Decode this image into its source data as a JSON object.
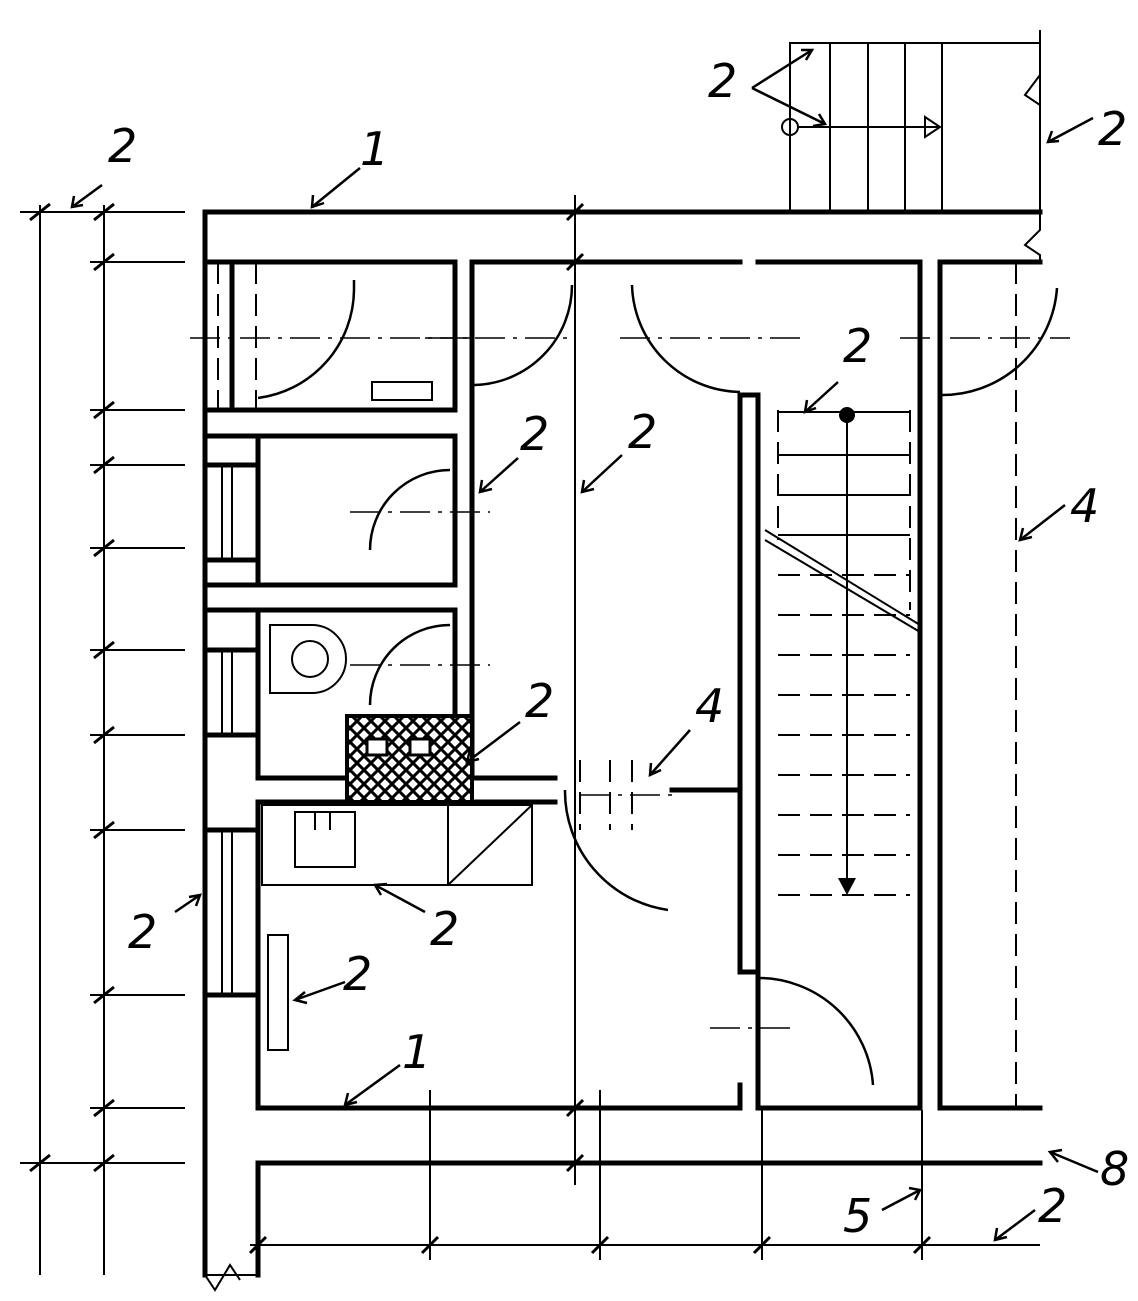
{
  "callouts": {
    "outline_top": "1",
    "outline_bottom": "1",
    "stair_top": "2",
    "right_top": "2",
    "dim_left_top": "2",
    "stair_label": "2",
    "door_small": "2",
    "axis_center": "2",
    "chimney": "2",
    "window_left": "2",
    "counter": "2",
    "radiator": "2",
    "dim_bottom_right": "2",
    "hidden_right": "4",
    "hidden_door": "4",
    "extension": "5",
    "break": "8"
  }
}
